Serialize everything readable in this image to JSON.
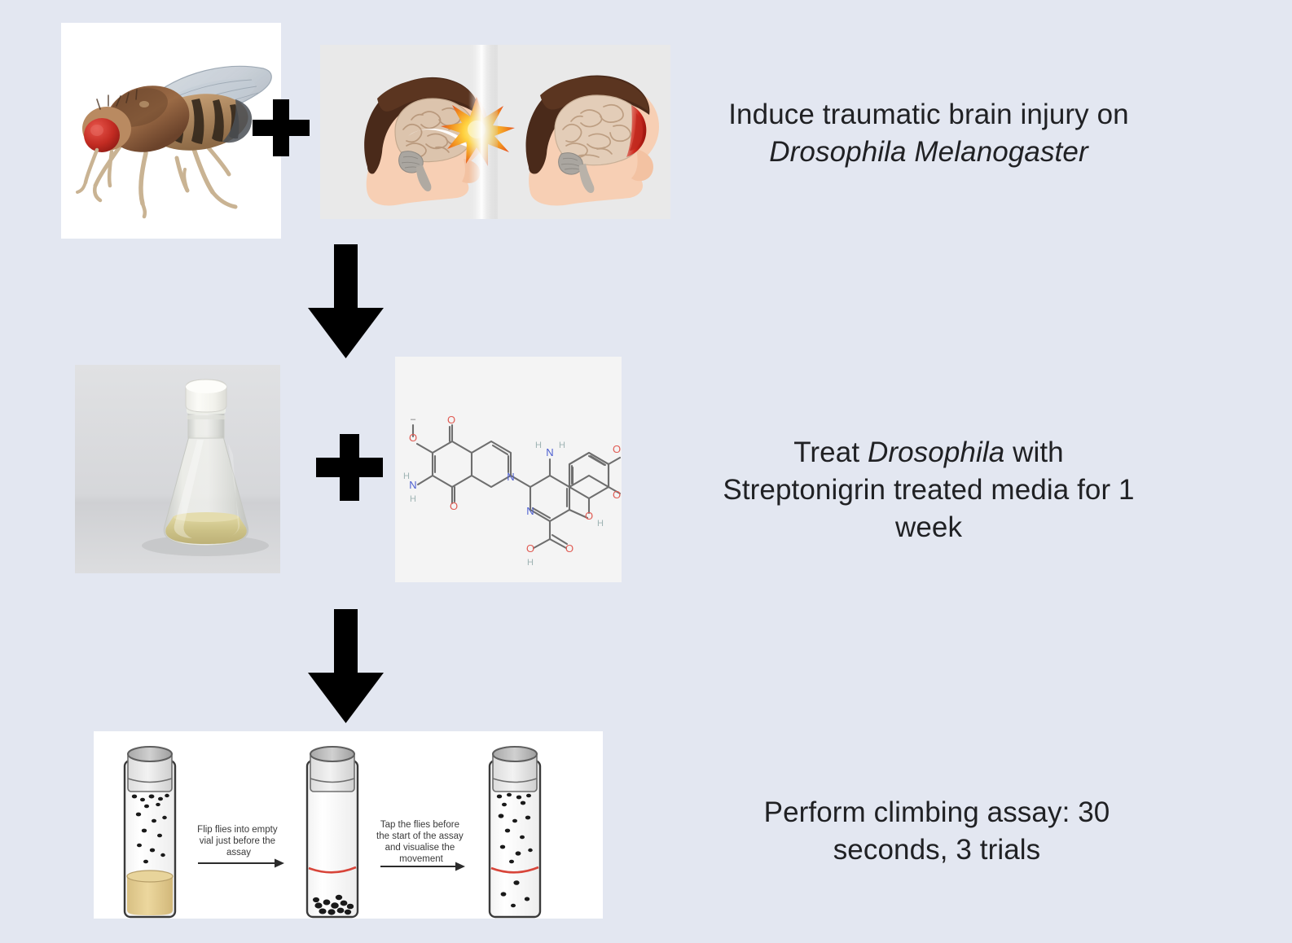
{
  "document": {
    "type": "experimental-workflow-diagram",
    "background_color": "#e3e7f1",
    "text_color": "#202124"
  },
  "steps": [
    {
      "id": "step-1",
      "caption_line_1": "Induce traumatic brain injury on",
      "caption_line_2_italic": "Drosophila Melanogaster",
      "images": [
        {
          "name": "drosophila-fly-photo",
          "alt": "Photograph of an adult Drosophila melanogaster fruit fly with red eyes"
        },
        {
          "name": "traumatic-brain-injury-illustration",
          "alt": "Two side-view human head illustrations showing brain impact and resulting injury"
        }
      ],
      "connector": "plus"
    },
    {
      "id": "step-2",
      "caption_line_1_prefix": "Treat ",
      "caption_line_1_italic": "Drosophila",
      "caption_line_1_suffix": " with",
      "caption_line_2": "Streptonigrin treated media for 1",
      "caption_line_3": "week",
      "images": [
        {
          "name": "fly-media-flask-photo",
          "alt": "Flask containing yellow Drosophila culture media"
        },
        {
          "name": "streptonigrin-structure",
          "alt": "Chemical structure diagram of Streptonigrin"
        }
      ],
      "connector": "plus"
    },
    {
      "id": "step-3",
      "caption_line_1": "Perform climbing assay: 30",
      "caption_line_2": "seconds, 3 trials",
      "images": [
        {
          "name": "climbing-assay-diagram",
          "alt": "Three vial diagram showing the Drosophila negative geotaxis climbing assay"
        }
      ]
    }
  ],
  "assay_diagram": {
    "step_labels": [
      "Flip flies into empty vial just before the assay",
      "Tap the flies before the start of the assay and visualise the movement"
    ],
    "vials": [
      {
        "name": "vial-with-food",
        "description": "flies resting near top, amber food medium at bottom"
      },
      {
        "name": "vial-flies-at-bottom",
        "description": "flies tapped down to the base, red threshold line"
      },
      {
        "name": "vial-flies-climbing",
        "description": "flies climbing upward past the red threshold line"
      }
    ],
    "threshold_line_color": "#d8453a",
    "food_color": "#e3ce8e"
  },
  "connectors": {
    "plus_symbol": "+",
    "down_arrow_1": "downward-arrow",
    "down_arrow_2": "downward-arrow"
  },
  "chemical": {
    "name": "Streptonigrin",
    "atom_colors": {
      "oxygen": "#e05a52",
      "nitrogen": "#4d5fd0",
      "hydrogen": "#9fb4b4",
      "bond": "#6e6e6e"
    },
    "labels": [
      "O",
      "O",
      "O",
      "N",
      "H",
      "H",
      "N",
      "H",
      "H",
      "N",
      "N",
      "H",
      "N",
      "H",
      "O",
      "O",
      "O",
      "H",
      "O",
      "O",
      "H"
    ]
  }
}
